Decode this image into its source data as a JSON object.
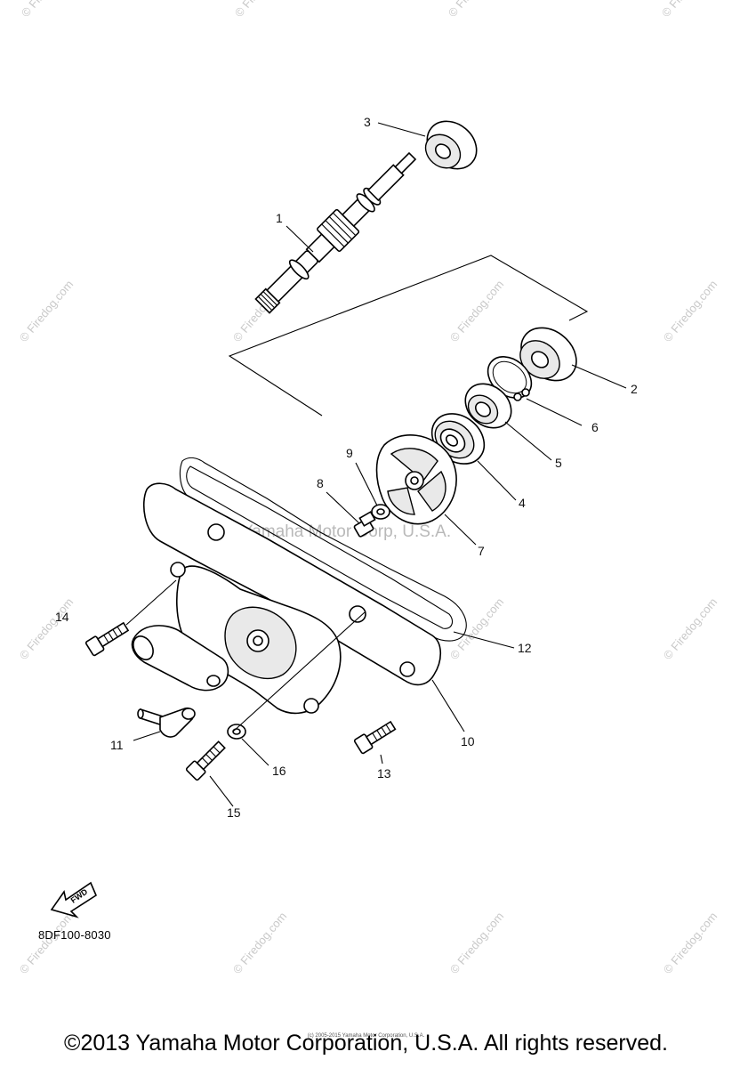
{
  "diagram": {
    "callouts": [
      "1",
      "2",
      "3",
      "4",
      "5",
      "6",
      "7",
      "8",
      "9",
      "10",
      "11",
      "12",
      "13",
      "14",
      "15",
      "16"
    ],
    "fwd_label": "FWD",
    "code": "8DF100-8030",
    "watermark_center": "Yamaha Motor Corp, U.S.A.",
    "watermark_site": "© Firedog.com"
  },
  "footer": {
    "copyright": "©2013 Yamaha Motor Corporation, U.S.A. All rights reserved.",
    "fine_print": "(c) 2005-2015 Yamaha Motor Corporation, U.S.A."
  }
}
